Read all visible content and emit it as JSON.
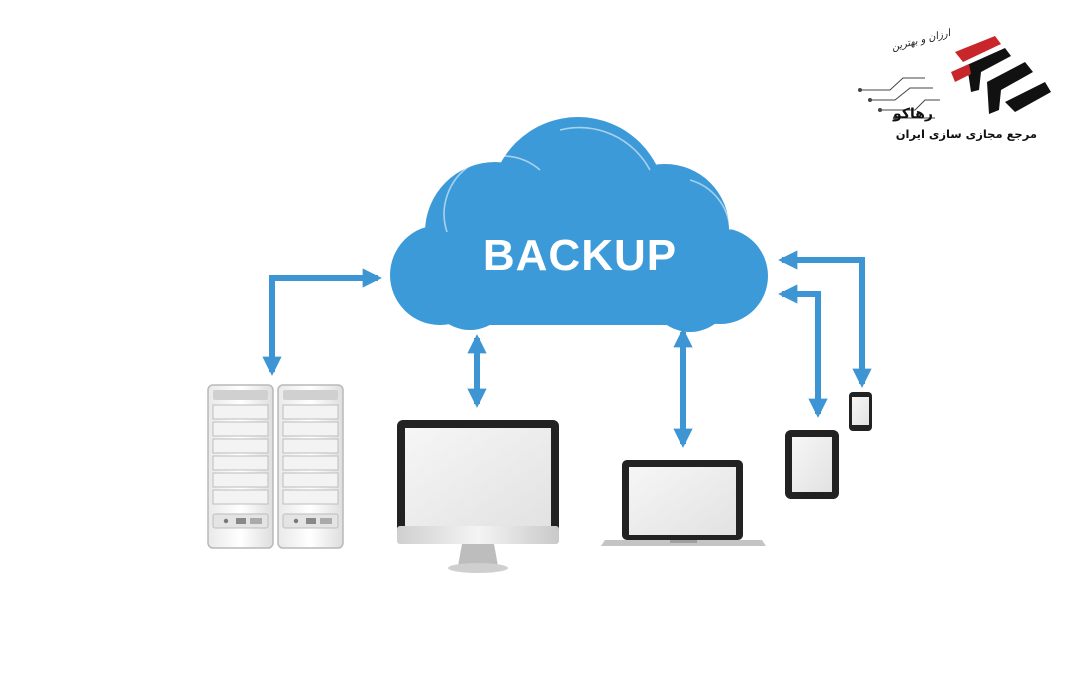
{
  "cloud": {
    "label": "BACKUP",
    "fill": "#3d9ad8",
    "text_color": "#ffffff"
  },
  "arrow_color": "#3d95d4",
  "devices": [
    "server-rack",
    "desktop-monitor",
    "laptop",
    "tablet",
    "smartphone"
  ],
  "logo": {
    "name": "رهاکو",
    "tagline": "مرجع مجازی سازی ایران",
    "script": "ارزان و بهترین"
  }
}
